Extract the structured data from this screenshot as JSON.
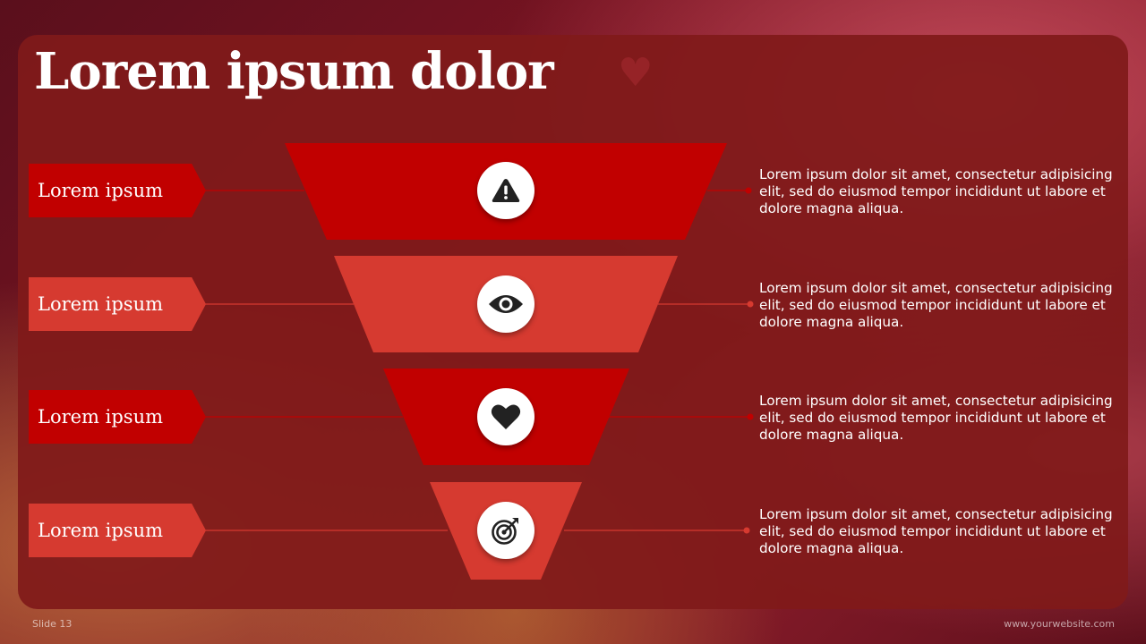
{
  "slide": {
    "title": "Lorem ipsum dolor",
    "footer_left": "Slide 13",
    "footer_right": "www.yourwebsite.com"
  },
  "colors": {
    "dark_red": "#c10000",
    "light_red": "#d63a30",
    "panel": "#801a1a",
    "icon_dark": "#222222"
  },
  "stages": [
    {
      "label": "Lorem ipsum",
      "icon": "warning-icon",
      "description": "Lorem ipsum dolor sit amet, consectetur adipisicing elit, sed do eiusmod tempor incididunt ut labore et dolore magna aliqua."
    },
    {
      "label": "Lorem ipsum",
      "icon": "eye-icon",
      "description": "Lorem ipsum dolor sit amet, consectetur adipisicing elit, sed do eiusmod tempor incididunt ut labore et dolore magna aliqua."
    },
    {
      "label": "Lorem ipsum",
      "icon": "heart-icon",
      "description": "Lorem ipsum dolor sit amet, consectetur adipisicing elit, sed do eiusmod tempor incididunt ut labore et dolore magna aliqua."
    },
    {
      "label": "Lorem ipsum",
      "icon": "target-icon",
      "description": "Lorem ipsum dolor sit amet, consectetur adipisicing elit, sed do eiusmod tempor incididunt ut labore et dolore magna aliqua."
    }
  ]
}
